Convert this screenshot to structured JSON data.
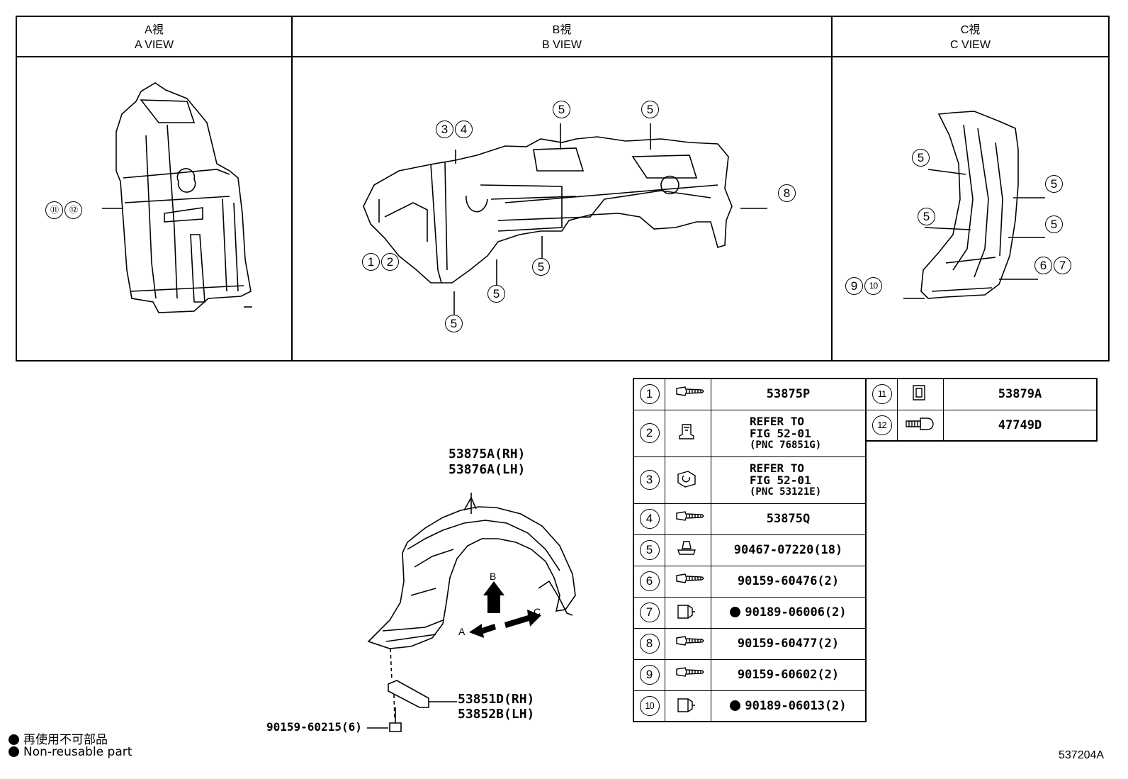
{
  "views": [
    {
      "jp": "A視",
      "en": "A VIEW"
    },
    {
      "jp": "B視",
      "en": "B VIEW"
    },
    {
      "jp": "C視",
      "en": "C VIEW"
    }
  ],
  "callouts": {
    "a_11_12": [
      "⑪",
      "⑫"
    ],
    "b_3_4": [
      "3",
      "4"
    ],
    "b_5": "5",
    "b_8": "8",
    "b_1_2": [
      "1",
      "2"
    ],
    "c_5": "5",
    "c_6_7": [
      "6",
      "7"
    ],
    "c_9_10": [
      "9",
      "10"
    ]
  },
  "main_labels": {
    "fender_liner_rh": "53875A(RH)",
    "fender_liner_lh": "53876A(LH)",
    "seal_rh": "53851D(RH)",
    "seal_lh": "53852B(LH)",
    "screw": "90159-60215(6)",
    "arrow_a": "A",
    "arrow_b": "B",
    "arrow_c": "C"
  },
  "legend": {
    "jp": "再使用不可部品",
    "en": "Non-reusable part"
  },
  "figure_code": "537204A",
  "parts_left": [
    {
      "num": "1",
      "icon": "screw-icon",
      "pn": "53875P"
    },
    {
      "num": "2",
      "icon": "clip-icon",
      "ref": [
        "REFER TO",
        "FIG 52-01",
        "(PNC 76851G)"
      ]
    },
    {
      "num": "3",
      "icon": "clip-nut-icon",
      "ref": [
        "REFER TO",
        "FIG 52-01",
        "(PNC 53121E)"
      ]
    },
    {
      "num": "4",
      "icon": "screw-icon",
      "pn": "53875Q"
    },
    {
      "num": "5",
      "icon": "push-clip-icon",
      "pn": "90467-07220(18)"
    },
    {
      "num": "6",
      "icon": "screw-icon",
      "pn": "90159-60476(2)"
    },
    {
      "num": "7",
      "icon": "nut-icon",
      "pn": "90189-06006(2)",
      "nonreusable": true
    },
    {
      "num": "8",
      "icon": "screw-icon",
      "pn": "90159-60477(2)"
    },
    {
      "num": "9",
      "icon": "screw-icon",
      "pn": "90159-60602(2)"
    },
    {
      "num": "10",
      "icon": "nut-icon",
      "pn": "90189-06013(2)",
      "nonreusable": true
    }
  ],
  "parts_right": [
    {
      "num": "11",
      "icon": "retainer-icon",
      "pn": "53879A"
    },
    {
      "num": "12",
      "icon": "clip-bolt-icon",
      "pn": "47749D"
    }
  ]
}
